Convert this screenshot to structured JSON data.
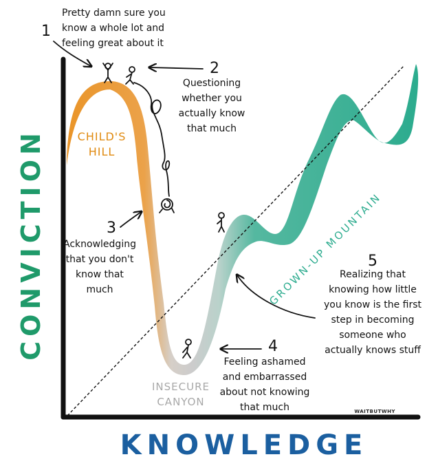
{
  "axes": {
    "y_label": "CONVICTION",
    "x_label": "KNOWLEDGE"
  },
  "regions": {
    "childs_hill": [
      "CHILD'S",
      "HILL"
    ],
    "insecure_canyon": [
      "INSECURE",
      "CANYON"
    ],
    "grown_up_mountain": "GROWN-UP MOUNTAIN"
  },
  "steps": [
    {
      "number": "1",
      "lines": [
        "Pretty damn sure you",
        "know a whole lot and",
        "feeling great about it"
      ]
    },
    {
      "number": "2",
      "lines": [
        "Questioning",
        "whether you",
        "actually know",
        "that much"
      ]
    },
    {
      "number": "3",
      "lines": [
        "Acknowledging",
        "that you don't",
        "know that",
        "much"
      ]
    },
    {
      "number": "4",
      "lines": [
        "Feeling ashamed",
        "and embarrassed",
        "about not knowing",
        "that much"
      ]
    },
    {
      "number": "5",
      "lines": [
        "Realizing that",
        "knowing how little",
        "you know is the first",
        "step in becoming",
        "someone who",
        "actually knows stuff"
      ]
    }
  ],
  "brand": "WAITBUTWHY",
  "colors": {
    "orange": "#e8890c",
    "gray": "#c9c9c9",
    "teal": "#2bab8e",
    "conviction_green": "#1f9a6a",
    "knowledge_blue": "#1b5fa0"
  }
}
